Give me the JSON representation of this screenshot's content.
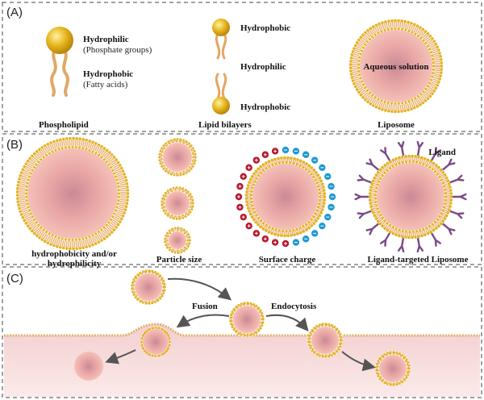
{
  "panels": {
    "a": {
      "label": "(A)",
      "hydrophilic": "Hydrophilic",
      "phosphate": "(Phosphate groups)",
      "hydrophobic": "Hydrophobic",
      "fatty": "(Fatty acids)",
      "phospholipid": "Phospholipid",
      "bilayer_top": "Hydrophobic",
      "bilayer_mid": "Hydrophilic",
      "bilayer_bot": "Hydrophobic",
      "lipid_bilayers": "Lipid bilayers",
      "aqueous": "Aqueous solution",
      "liposome": "Liposome"
    },
    "b": {
      "label": "(B)",
      "hydro_line1": "hydrophobicity and/or",
      "hydro_line2": "hydrophilicity",
      "particle_size": "Particle size",
      "surface_charge": "Surface charge",
      "ligand": "Ligand",
      "ligand_targeted": "Ligand-targeted Liposome"
    },
    "c": {
      "label": "(C)",
      "fusion": "Fusion",
      "endocytosis": "Endocytosis"
    }
  },
  "colors": {
    "head": "#e3b21c",
    "tail": "#e2a766",
    "core": "#e79a98",
    "core_dark": "#c97b88",
    "negative": "#1e9ad3",
    "positive": "#b5162b",
    "ligand": "#7a4a86",
    "cell": "#f6dada"
  }
}
